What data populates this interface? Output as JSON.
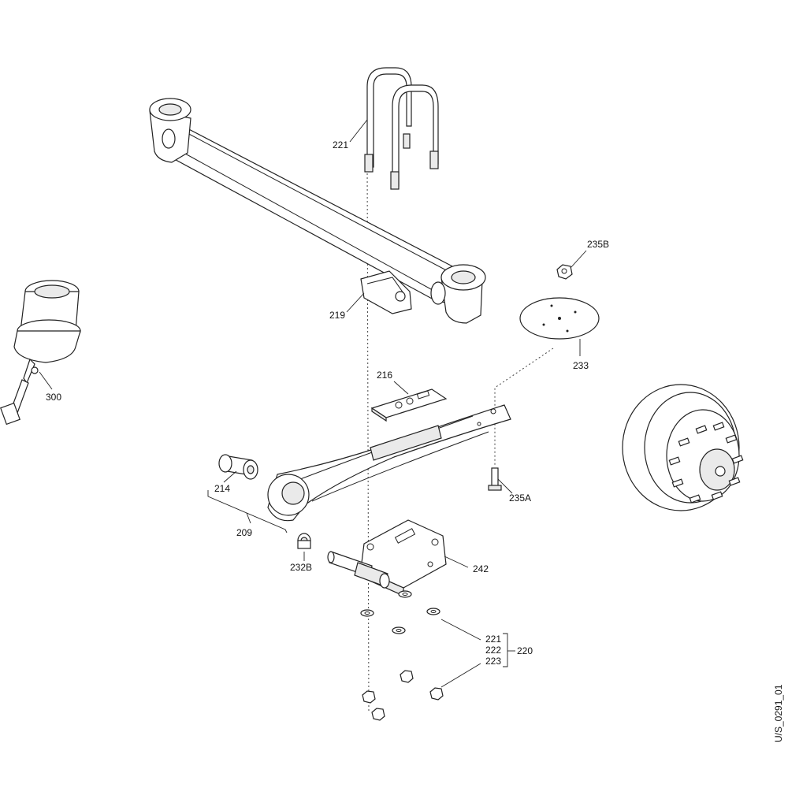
{
  "diagram_id": "U/S_0291_01",
  "callouts": {
    "c221_top": "221",
    "c219": "219",
    "c235B": "235B",
    "c233": "233",
    "c300": "300",
    "c216": "216",
    "c214": "214",
    "c235A": "235A",
    "c209": "209",
    "c232B": "232B",
    "c242": "242",
    "c221_stack": "221",
    "c222": "222",
    "c223": "223",
    "c220": "220"
  }
}
